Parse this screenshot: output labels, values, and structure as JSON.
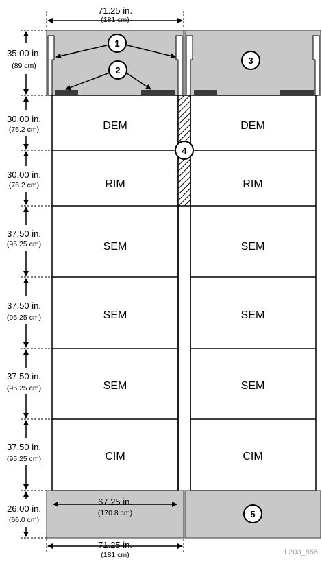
{
  "figure_id": "L203_858",
  "top_dimension": {
    "inches": "71.25 in.",
    "cm": "(181 cm)"
  },
  "bottom_dimension": {
    "inches": "71.25 in.",
    "cm": "(181 cm)"
  },
  "inner_dimension": {
    "inches": "67.25 in.",
    "cm": "(170.8 cm)"
  },
  "heights": [
    {
      "inches": "35.00 in.",
      "cm": "(89 cm)"
    },
    {
      "inches": "30.00 in.",
      "cm": "(76.2 cm)"
    },
    {
      "inches": "30.00 in.",
      "cm": "(76.2 cm)"
    },
    {
      "inches": "37.50 in.",
      "cm": "(95.25 cm)"
    },
    {
      "inches": "37.50 in.",
      "cm": "(95.25 cm)"
    },
    {
      "inches": "37.50 in.",
      "cm": "(95.25 cm)"
    },
    {
      "inches": "37.50 in.",
      "cm": "(95.25 cm)"
    },
    {
      "inches": "26.00 in.",
      "cm": "(66.0 cm)"
    }
  ],
  "modules": [
    "DEM",
    "RIM",
    "SEM",
    "SEM",
    "SEM",
    "CIM"
  ],
  "callouts": [
    "1",
    "2",
    "3",
    "4",
    "5"
  ],
  "colors": {
    "gray_fill": "#c8c8c8",
    "dark_bar": "#3a3a3a",
    "line": "#000000"
  }
}
